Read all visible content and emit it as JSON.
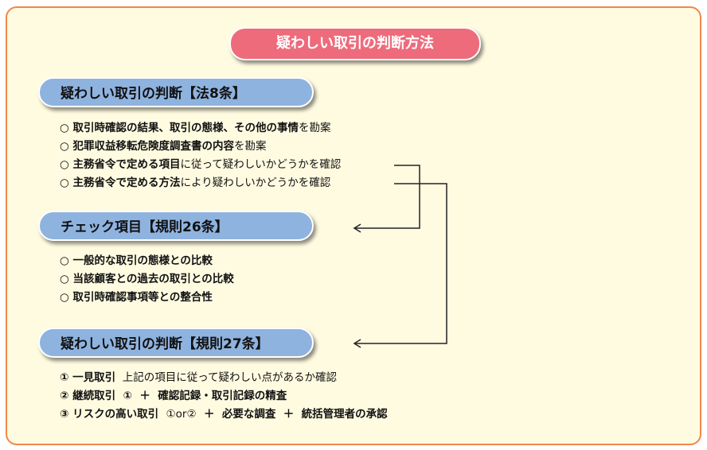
{
  "title": "疑わしい取引の判断方法",
  "sections": [
    {
      "heading": "疑わしい取引の判断【法8条】",
      "items": [
        {
          "bold": "○ 取引時確認の結果、取引の態様、その他の事情",
          "normal": "を勘案"
        },
        {
          "bold": "○ 犯罪収益移転危険度調査書の内容",
          "normal": "を勘案"
        },
        {
          "bold": "○ 主務省令で定める項目",
          "normal": "に従って疑わしいかどうかを確認"
        },
        {
          "bold": "○ 主務省令で定める方法",
          "normal": "により疑わしいかどうかを確認"
        }
      ]
    },
    {
      "heading": "チェック項目【規則26条】",
      "items": [
        {
          "bold": "○ 一般的な取引の態様との比較",
          "normal": ""
        },
        {
          "bold": "○ 当該顧客との過去の取引との比較",
          "normal": ""
        },
        {
          "bold": "○ 取引時確認事項等との整合性",
          "normal": ""
        }
      ]
    },
    {
      "heading": "疑わしい取引の判断【規則27条】",
      "items": [
        {
          "bold": "① 一見取引",
          "normal": "  上記の項目に従って疑わしい点があるか確認"
        },
        {
          "bold": "② 継続取引  ①  ＋  確認記録・取引記録の精査",
          "normal": ""
        },
        {
          "bold": "③ リスクの高い取引  ",
          "normal": "①or②",
          "bold2": "  ＋  必要な調査  ＋  統括管理者の承認"
        }
      ]
    }
  ]
}
